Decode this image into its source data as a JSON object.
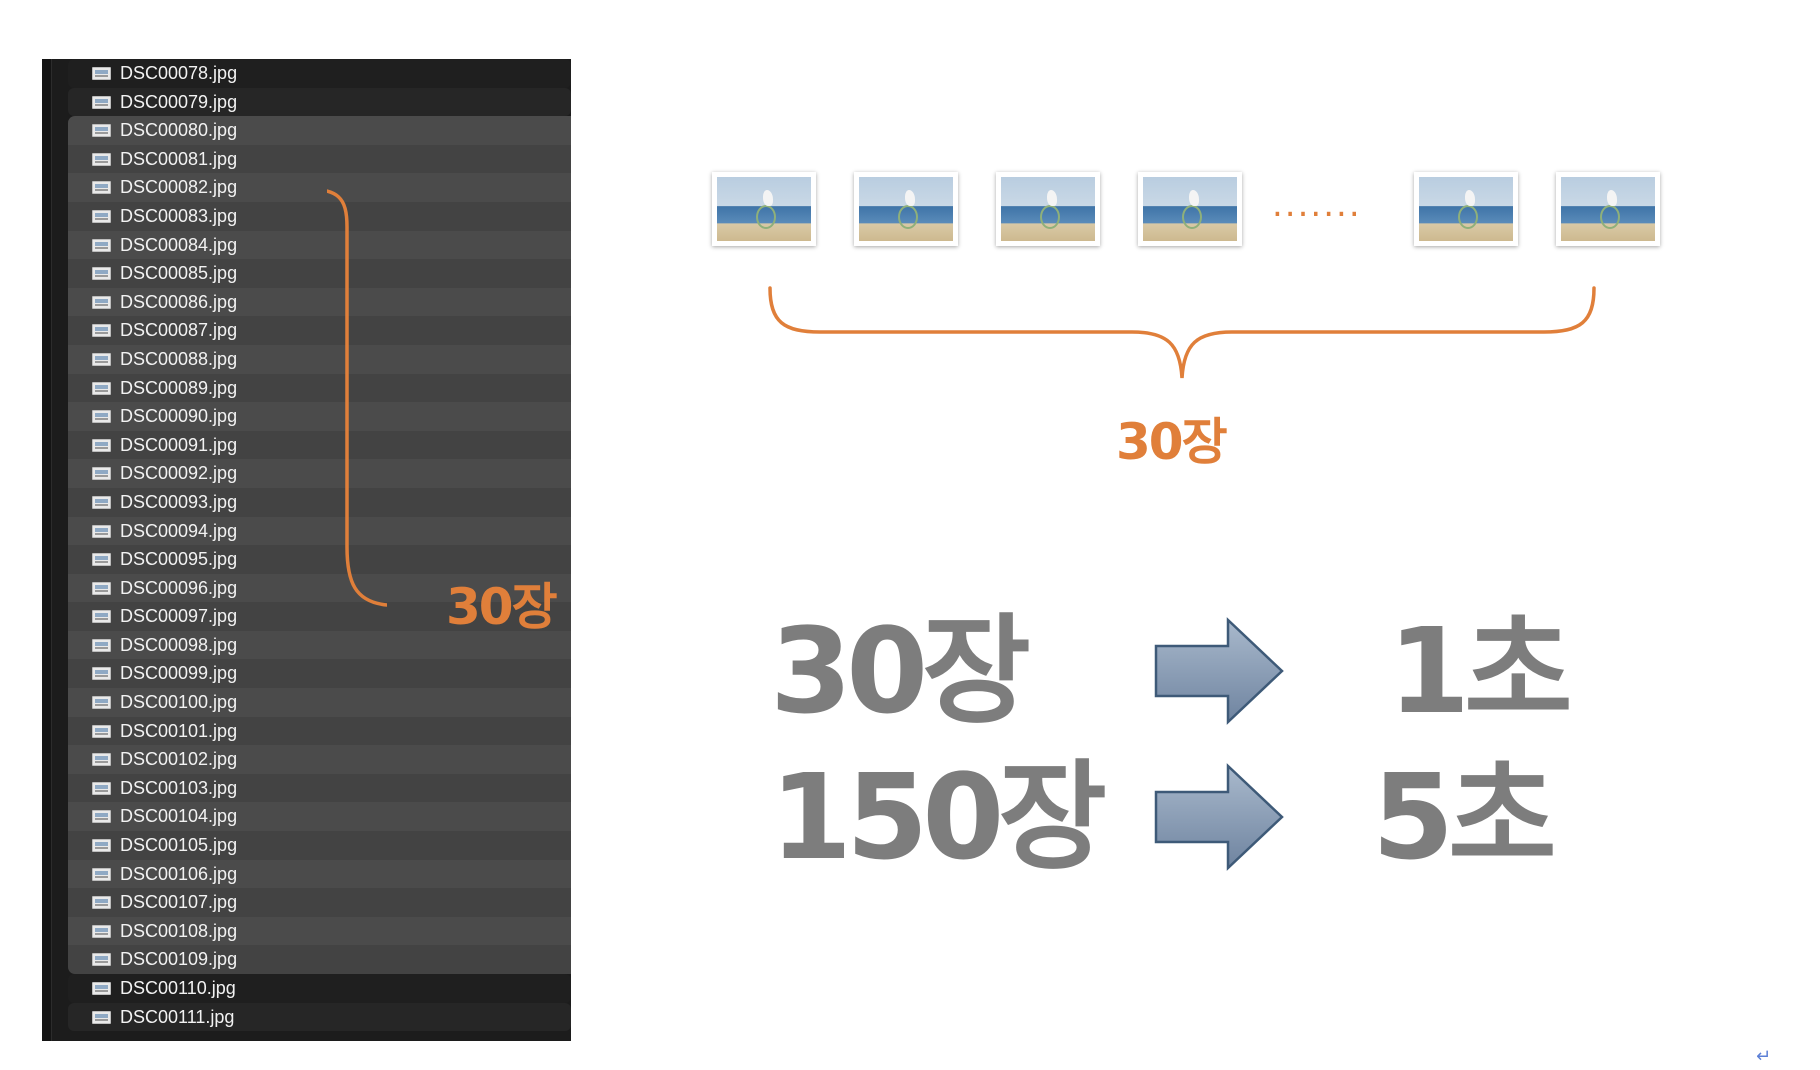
{
  "file_list": {
    "items": [
      "DSC00078.jpg",
      "DSC00079.jpg",
      "DSC00080.jpg",
      "DSC00081.jpg",
      "DSC00082.jpg",
      "DSC00083.jpg",
      "DSC00084.jpg",
      "DSC00085.jpg",
      "DSC00086.jpg",
      "DSC00087.jpg",
      "DSC00088.jpg",
      "DSC00089.jpg",
      "DSC00090.jpg",
      "DSC00091.jpg",
      "DSC00092.jpg",
      "DSC00093.jpg",
      "DSC00094.jpg",
      "DSC00095.jpg",
      "DSC00096.jpg",
      "DSC00097.jpg",
      "DSC00098.jpg",
      "DSC00099.jpg",
      "DSC00100.jpg",
      "DSC00101.jpg",
      "DSC00102.jpg",
      "DSC00103.jpg",
      "DSC00104.jpg",
      "DSC00105.jpg",
      "DSC00106.jpg",
      "DSC00107.jpg",
      "DSC00108.jpg",
      "DSC00109.jpg",
      "DSC00110.jpg",
      "DSC00111.jpg"
    ],
    "selected_first": "DSC00080.jpg",
    "selected_last": "DSC00109.jpg",
    "file_icon": "image-file-icon",
    "count_label": "30장"
  },
  "thumbnails": {
    "count_label": "30장",
    "ellipsis": ".......",
    "icon": "beach-photo-thumbnail"
  },
  "equations": [
    {
      "left": "30장",
      "right": "1초",
      "arrow_icon": "right-arrow-icon"
    },
    {
      "left": "150장",
      "right": "5초",
      "arrow_icon": "right-arrow-icon"
    }
  ],
  "return_glyph": "↵",
  "colors": {
    "accent_orange": "#e07f3a",
    "equation_gray": "#7d7d7d",
    "arrow_fill": "#7f93ad",
    "arrow_stroke": "#3e5a78",
    "panel_bg": "#1c1c1c",
    "selected_row": "#4b4b4b"
  }
}
